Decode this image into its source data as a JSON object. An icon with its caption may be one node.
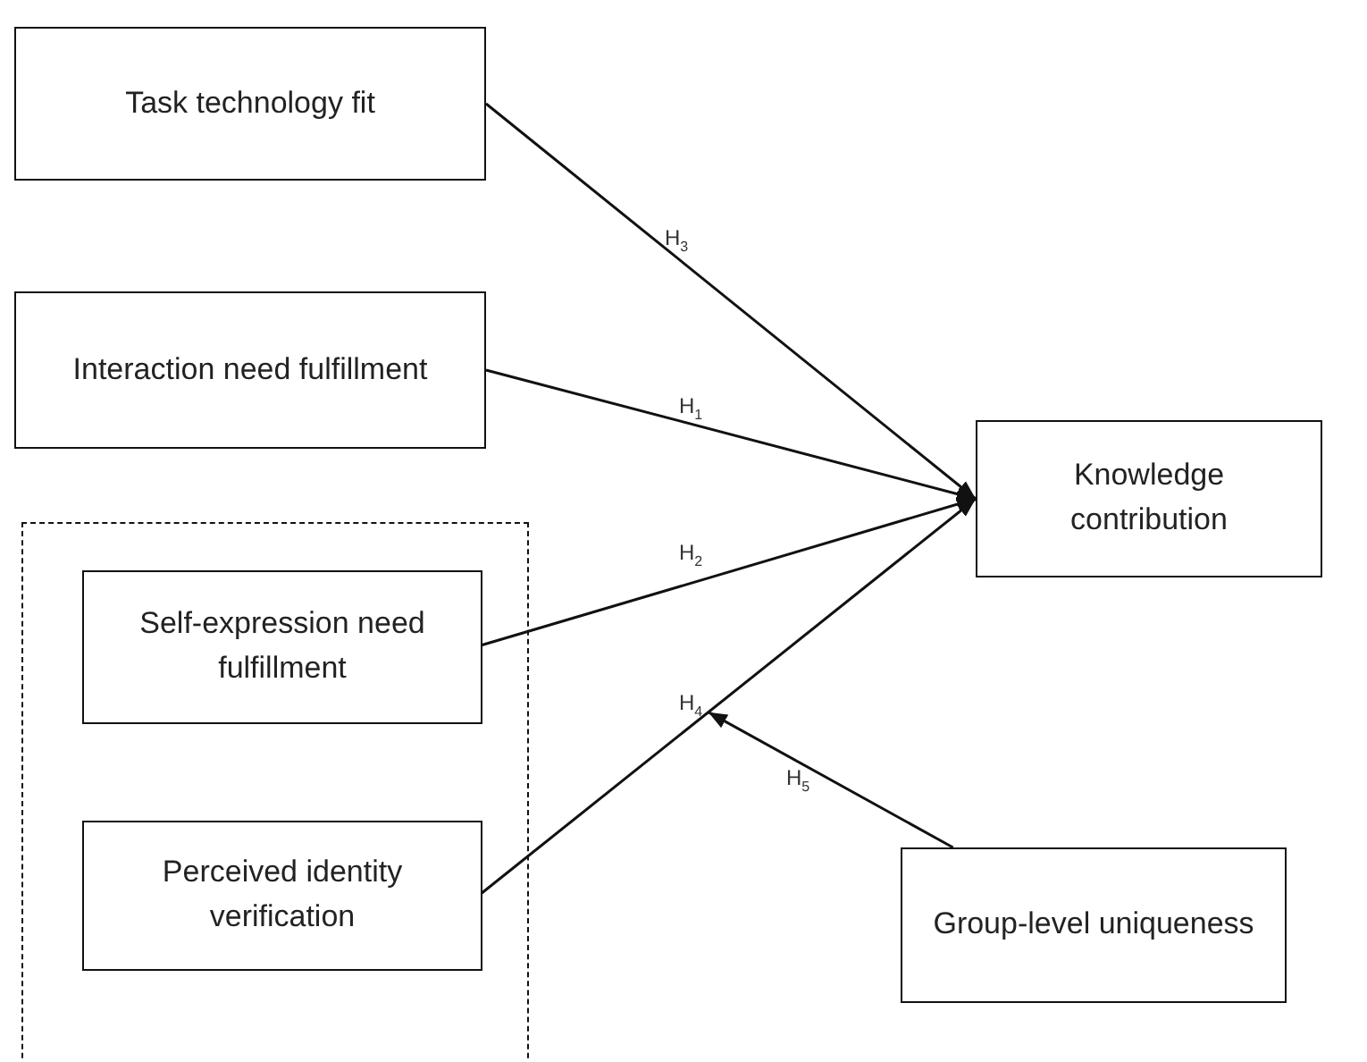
{
  "diagram": {
    "nodes": [
      {
        "text": [
          "Task technology fit"
        ]
      },
      {
        "text": [
          "Interaction need fulfillment"
        ]
      },
      {
        "text": [],
        "shape": "box"
      },
      {
        "text": [
          "Self-expression need fulfillment"
        ],
        "in": 2
      },
      {
        "text": [
          "Perceived identity verification"
        ],
        "in": 2
      },
      {
        "text": [
          "Knowledge contribution"
        ]
      },
      {
        "text": [
          "Group-level uniqueness"
        ]
      }
    ],
    "edges": [
      {
        "from": 0,
        "to": 5,
        "arrow": "to",
        "label": "H$_{3}$"
      },
      {
        "from": 1,
        "to": 5,
        "arrow": "to",
        "label": "H$_{1}$"
      },
      {
        "from": 3,
        "to": 5,
        "arrow": "to",
        "label": "H$_{2}$"
      },
      {
        "from": 4,
        "to": 5,
        "arrow": "to",
        "label": "H$_{4}$"
      },
      {
        "from": 6,
        "to": null,
        "arrow": "to",
        "label": "H$_{5}$"
      }
    ]
  }
}
